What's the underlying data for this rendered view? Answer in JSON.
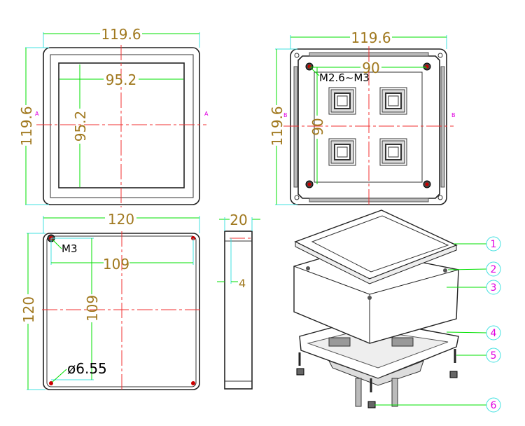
{
  "top_view": {
    "width_dim": "119.6",
    "height_dim": "119.6",
    "window_w": "95.2",
    "window_h": "95.2",
    "section_mark": "A"
  },
  "bottom_view": {
    "width_dim": "119.6",
    "height_dim": "119.6",
    "hole_span_x": "90",
    "hole_span_y": "90",
    "screw_note": "M2.6~M3",
    "section_mark": "B"
  },
  "base_view": {
    "width_dim": "120",
    "height_dim": "120",
    "hole_span_x": "109",
    "hole_span_y": "109",
    "screw_note": "M3",
    "diameter_note": "ø6.55"
  },
  "side_view": {
    "thickness_dim": "20",
    "step_dim": "4"
  },
  "exploded_view": {
    "callouts": [
      "1",
      "2",
      "3",
      "4",
      "5",
      "6"
    ]
  },
  "colors": {
    "dimension": "#00e000",
    "text": "#a0781e",
    "centerline": "#f03030",
    "callout": "#e000e0"
  }
}
